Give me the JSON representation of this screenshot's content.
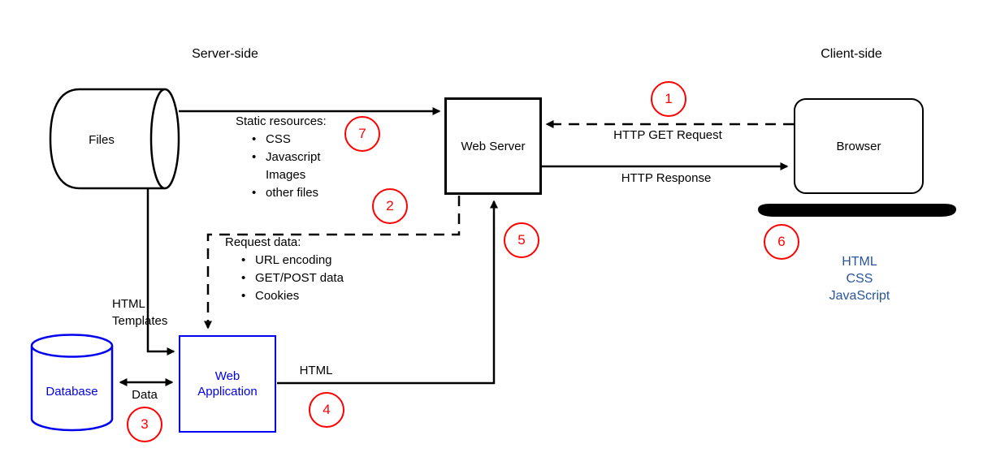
{
  "diagram": {
    "regions": {
      "server_side": "Server-side",
      "client_side": "Client-side"
    },
    "nodes": {
      "files": {
        "label": "Files"
      },
      "web_server": {
        "label": "Web Server"
      },
      "browser": {
        "label": "Browser"
      },
      "database": {
        "label": "Database"
      },
      "web_application": {
        "label_line1": "Web",
        "label_line2": "Application"
      }
    },
    "edges": {
      "http_get_request": {
        "label": "HTTP GET Request",
        "style": "dashed"
      },
      "http_response": {
        "label": "HTTP Response",
        "style": "solid"
      },
      "html_templates": {
        "label_line1": "HTML",
        "label_line2": "Templates"
      },
      "database_data": {
        "label": "Data"
      },
      "app_html": {
        "label": "HTML"
      }
    },
    "notes": {
      "static_resources": {
        "title": "Static resources:",
        "items": [
          {
            "bullet": true,
            "text": "CSS"
          },
          {
            "bullet": true,
            "text": "Javascript"
          },
          {
            "bullet": false,
            "text": "Images"
          },
          {
            "bullet": true,
            "text": "other files"
          }
        ]
      },
      "request_data": {
        "title": "Request data:",
        "items": [
          {
            "bullet": true,
            "text": "URL encoding"
          },
          {
            "bullet": true,
            "text": "GET/POST data"
          },
          {
            "bullet": true,
            "text": "Cookies"
          }
        ]
      },
      "client_stack": {
        "lines": [
          "HTML",
          "CSS",
          "JavaScript"
        ]
      }
    },
    "steps": [
      "1",
      "2",
      "3",
      "4",
      "5",
      "6",
      "7"
    ],
    "colors": {
      "line_black": "#000000",
      "step_red": "#ff0000",
      "app_blue": "#0000ee",
      "client_text_blue": "#2a5598"
    }
  }
}
